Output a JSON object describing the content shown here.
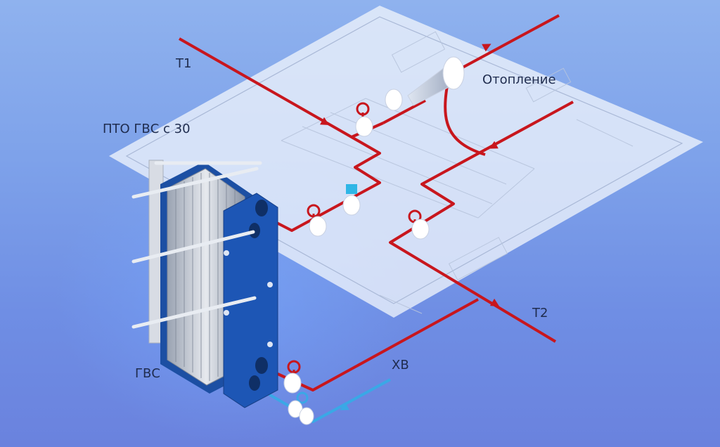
{
  "labels": {
    "t1": "Т1",
    "t2": "Т2",
    "pto": "ПТО ГВС с 30",
    "heating": "Отопление",
    "hot_water": "ГВС",
    "cold_water": "ХВ"
  },
  "colors": {
    "supply_pipe": "#c8161d",
    "cold_pipe": "#3aa8e6",
    "exchanger_frame": "#1c4fa3",
    "background": "#7e9fe9",
    "blueprint": "#eef3fb"
  }
}
